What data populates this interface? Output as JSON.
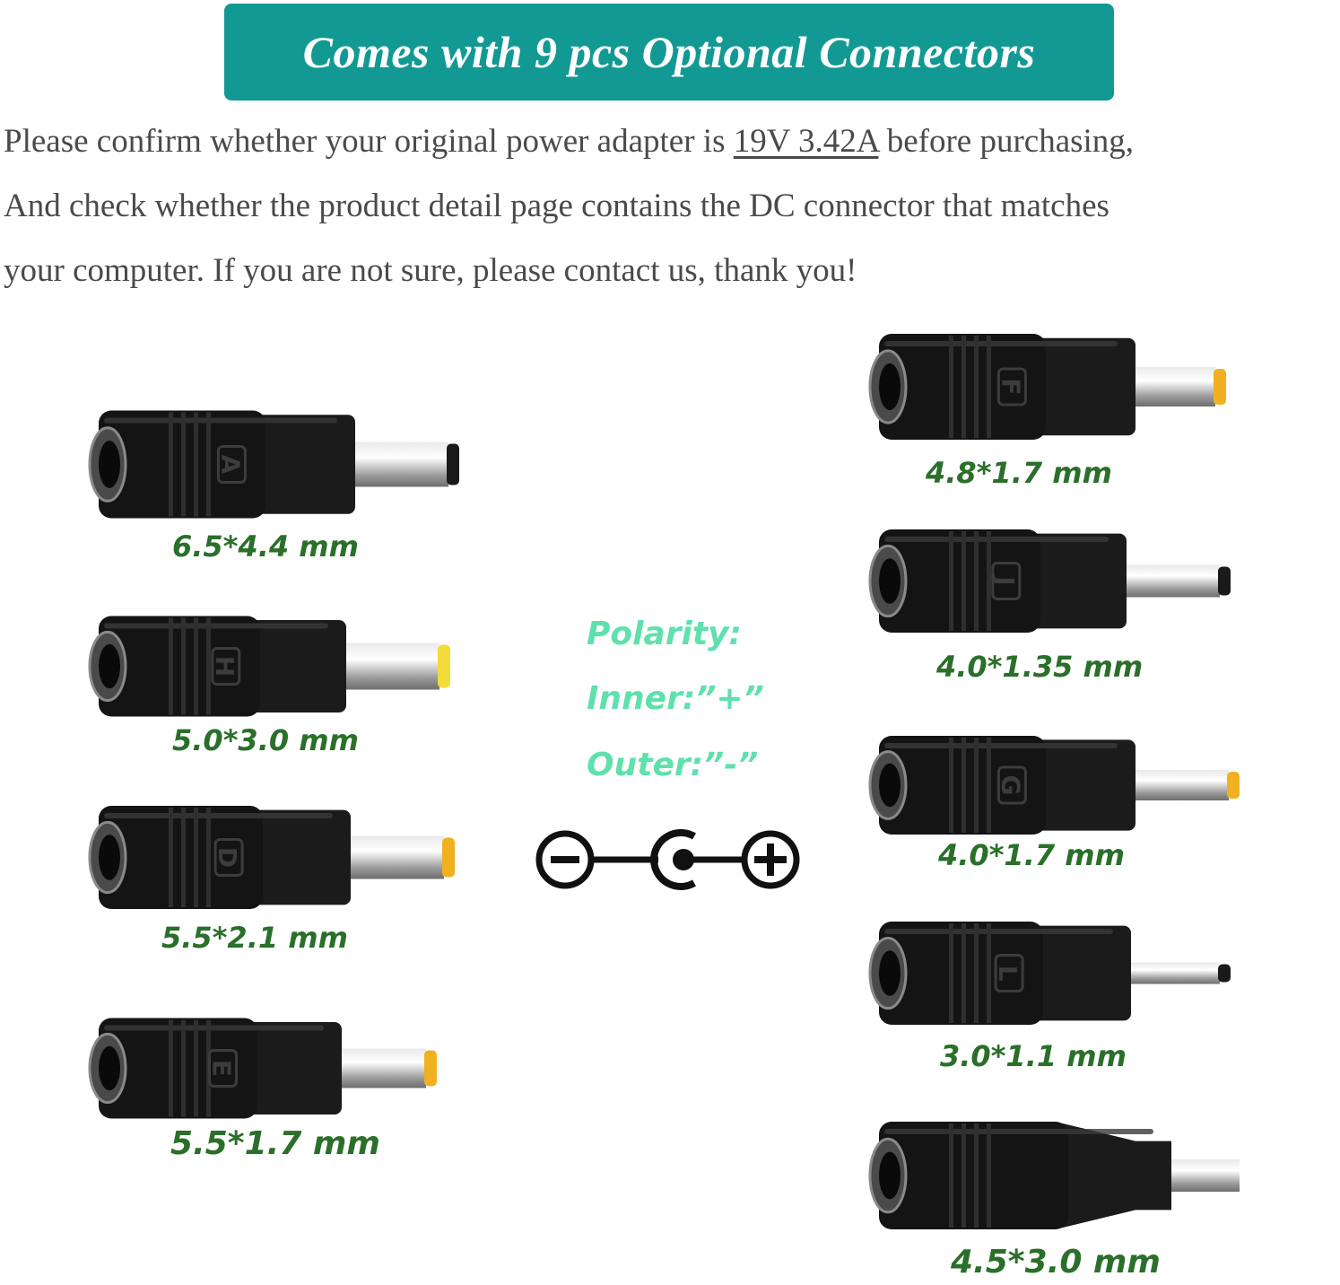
{
  "banner": {
    "title": "Comes with 9 pcs Optional Connectors"
  },
  "notice": {
    "line1_before": "Please confirm whether your original power adapter is ",
    "line1_highlight": "19V 3.42A",
    "line1_after": " before purchasing,",
    "line2": "And check whether the product detail page contains the DC connector that matches",
    "line3": "your computer. If you are not sure, please contact us, thank you!"
  },
  "polarity": {
    "title": "Polarity:",
    "inner": "Inner:”+”",
    "outer": "Outer:”-”"
  },
  "connectors": [
    {
      "letter": "A",
      "size": "6.5*4.4 mm",
      "tip_color": "#1a1a1a"
    },
    {
      "letter": "H",
      "size": "5.0*3.0 mm",
      "tip_color": "#f2dc3a"
    },
    {
      "letter": "D",
      "size": "5.5*2.1 mm",
      "tip_color": "#f0b020"
    },
    {
      "letter": "E",
      "size": "5.5*1.7 mm",
      "tip_color": "#f0b020"
    },
    {
      "letter": "F",
      "size": "4.8*1.7 mm",
      "tip_color": "#f0b020"
    },
    {
      "letter": "J",
      "size": "4.0*1.35 mm",
      "tip_color": "#1a1a1a"
    },
    {
      "letter": "G",
      "size": "4.0*1.7 mm",
      "tip_color": "#f0b020"
    },
    {
      "letter": "L",
      "size": "3.0*1.1 mm",
      "tip_color": "#1a1a1a"
    },
    {
      "letter": "",
      "size": "4.5*3.0 mm",
      "tip_color": "#3a8fe0"
    }
  ],
  "colors": {
    "banner": "#129993",
    "label_green": "#2a6f2a",
    "polarity_green": "#5fe0ad"
  }
}
